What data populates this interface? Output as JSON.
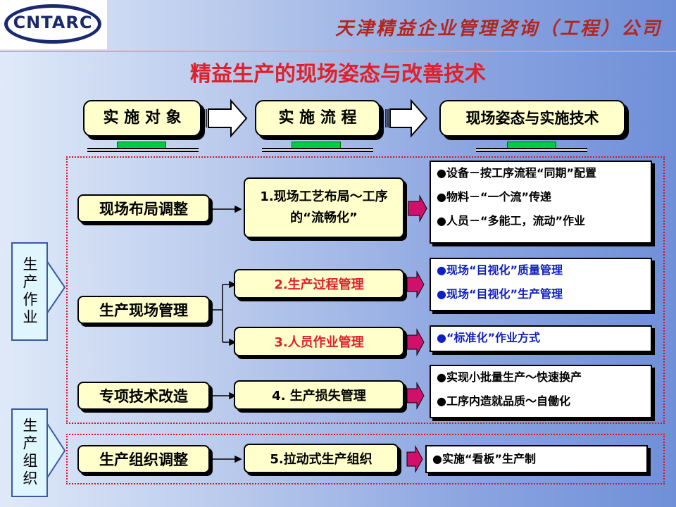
{
  "header": {
    "logo_text": "CNTARC",
    "company": "天津精益企业管理咨询（工程）公司"
  },
  "title": "精益生产的现场姿态与改善技术",
  "top_boxes": [
    "实 施 对 象",
    "实 施 流 程",
    "现场姿态与实施技术"
  ],
  "side_labels": [
    "生产作业",
    "生产组织"
  ],
  "rows": [
    {
      "left": "现场布局调整",
      "mid": "1.现场工艺布局～工序的“流畅化”",
      "right": [
        "●设备－按工序流程“同期”配置",
        "●物料－“一个流”传递",
        "●人员－“多能工，流动”作业"
      ]
    },
    {
      "left": "生产现场管理",
      "mid_a": "2.生产过程管理",
      "right_a": [
        "●现场“目视化”质量管理",
        "●现场“目视化”生产管理"
      ],
      "mid_b": "3.人员作业管理",
      "right_b": [
        "●“标准化”作业方式"
      ]
    },
    {
      "left": "专项技术改造",
      "mid": "4. 生产损失管理",
      "right": [
        "●实现小批量生产～快速换产",
        "●工序内造就品质～自働化"
      ]
    },
    {
      "left": "生产组织调整",
      "mid": "5.拉动式生产组织",
      "right": [
        "●实施“看板”生产制"
      ]
    }
  ],
  "colors": {
    "accent_red": "#e0202a",
    "box_fill": "#ffffcc",
    "green_tab": "#00cc44",
    "arrow_magenta": "#d0106a",
    "blue_text": "#1020c0"
  }
}
